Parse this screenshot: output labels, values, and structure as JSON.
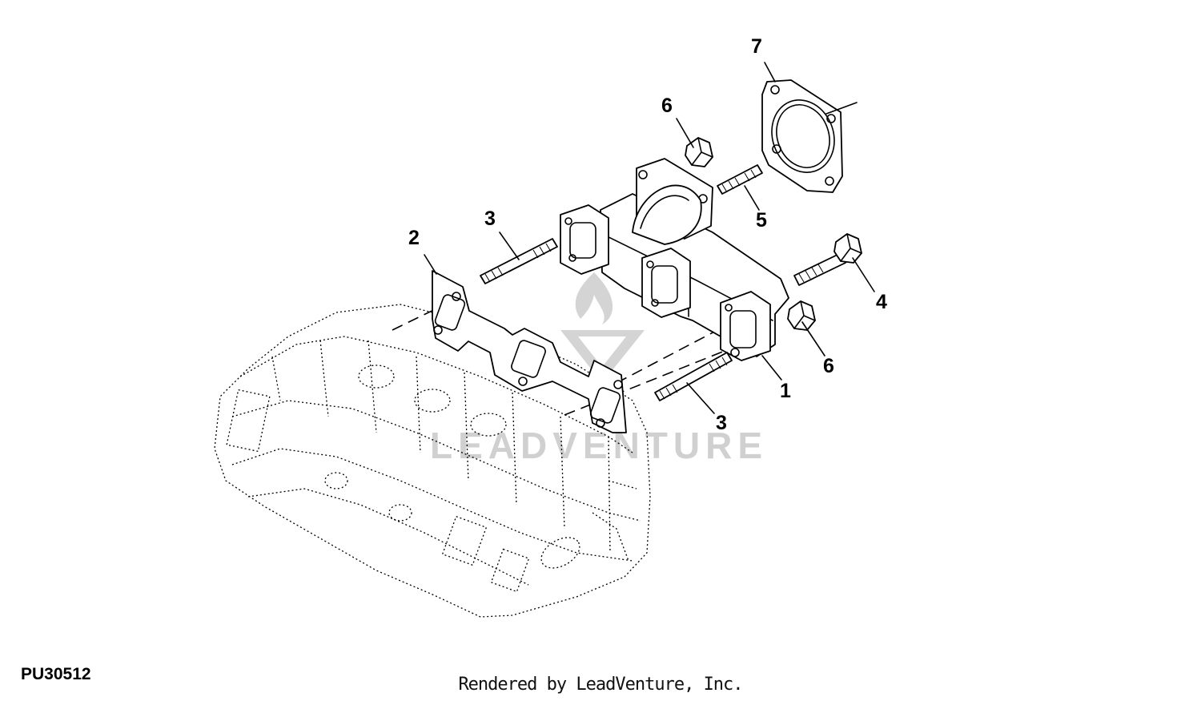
{
  "figure": {
    "code": "PU30512",
    "credit": "Rendered by LeadVenture, Inc.",
    "watermark": "LEADVENTURE"
  },
  "callouts": [
    {
      "id": "1",
      "label": "1"
    },
    {
      "id": "2",
      "label": "2"
    },
    {
      "id": "3a",
      "label": "3"
    },
    {
      "id": "3b",
      "label": "3"
    },
    {
      "id": "4",
      "label": "4"
    },
    {
      "id": "5",
      "label": "5"
    },
    {
      "id": "6a",
      "label": "6"
    },
    {
      "id": "6b",
      "label": "6"
    },
    {
      "id": "7",
      "label": "7"
    }
  ],
  "colors": {
    "line": "#000000",
    "watermark": "#d4d4d4",
    "background": "#ffffff"
  }
}
